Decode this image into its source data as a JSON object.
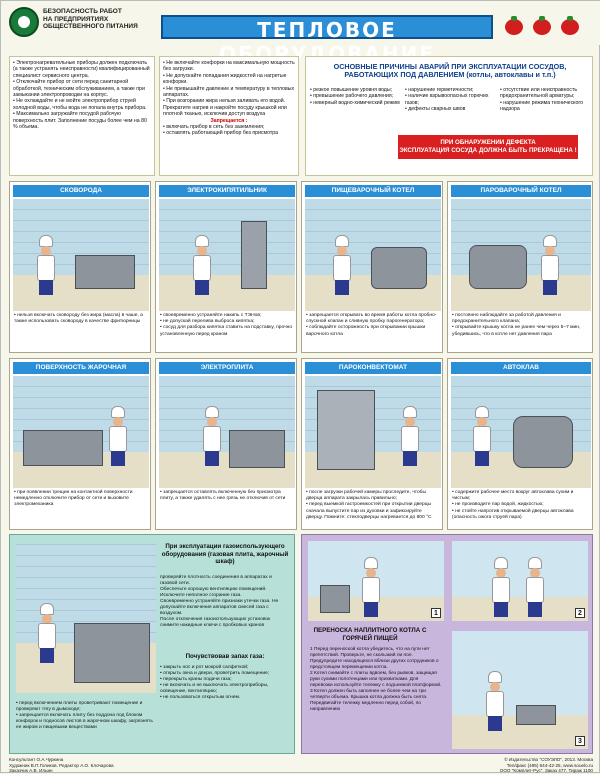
{
  "header": {
    "series": "БЕЗОПАСНОСТЬ РАБОТ\nНА ПРЕДПРИЯТИЯХ\nОБЩЕСТВЕННОГО ПИТАНИЯ",
    "title": "ТЕПЛОВОЕ ОБОРУДОВАНИЕ"
  },
  "intro": {
    "left": "• Электронагревательные приборы должен подключать (а также устранять неисправности) квалифицированный специалист сервисного центра.\n• Отключайте прибор от сети перед санитарной обработкой, техническим обслуживанием, а также при замыкании электропроводки на корпус.\n• Не охлаждайте и не мойте электроприбор струей холодной воды, чтобы вода не попала внутрь прибора.\n• Максимально загружайте посудой рабочую поверхность плит. Заполнение посуды более чем на 80 % объема.",
    "middle": "• Не включайте конфорки на максимальную мощность без загрузки.\n• Не допускайте попадания жидкостей на нагретые конфорки.\n• Не превышайте давление и температуру в тепловых аппаратах.\n• При возгорании жира нельзя заливать его водой. Прекратите нагрев и накройте посуду крышкой или плотной тканью, исключив доступ воздуха",
    "forbid_label": "Запрещается :",
    "middle2": "• включать прибор в сеть без заземления;\n• оставлять работающий прибор без присмотра"
  },
  "causes": {
    "title": "ОСНОВНЫЕ ПРИЧИНЫ АВАРИЙ ПРИ ЭКСПЛУАТАЦИИ СОСУДОВ, РАБОТАЮЩИХ ПОД ДАВЛЕНИЕМ (котлы, автоклавы и т.п.)",
    "col1": "• резкое повышение уровня воды;\n• превышение рабочего давления;\n• неверный водно-химический режим",
    "col2": "• нарушение герметичности;\n• наличие взрывоопасных горючих газов;\n• дефекты сварных швов",
    "col3": "• отсутствие или неисправность предохранительной арматуры;\n• нарушение режима технического надзора",
    "defect": "ПРИ ОБНАРУЖЕНИИ ДЕФЕКТА\nЭКСПЛУАТАЦИЯ СОСУДА ДОЛЖНА БЫТЬ ПРЕКРАЩЕНА !"
  },
  "panels": [
    {
      "title": "СКОВОРОДА",
      "text": "• нельзя включать сковороду без жира (масла) в чаше, а также использовать сковороду в качестве фритюрницы"
    },
    {
      "title": "ЭЛЕКТРОКИПЯТИЛЬНИК",
      "text": "• своевременно устраняйте накипь с ТЭНов;\n• не допускай перелива выброса кипятка;\n• сосуд для разбора кипятка ставить на подставку, прочно установленную перед краном"
    },
    {
      "title": "ПИЩЕВАРОЧНЫЙ КОТЕЛ",
      "text": "• запрещается открывать во время работы котла пробно-спускной клапан и сливную пробку парогенератора;\n• соблюдайте осторожность при открывании крышки варочного котла"
    },
    {
      "title": "ПАРОВАРОЧНЫЙ КОТЕЛ",
      "text": "• постоянно наблюдайте за работой давления и предохранительного клапана;\n• открывайте крышку котла не ранее чем через 5–7 мин, убедившись, что в котле нет давления пара"
    },
    {
      "title": "ПОВЕРХНОСТЬ ЖАРОЧНАЯ",
      "text": "• при появлении трещин на контактной поверхности немедленно отключите прибор от сети и вызовите электромеханика"
    },
    {
      "title": "ЭЛЕКТРОПЛИТА",
      "text": "• запрещается оставлять включенную без присмотра плиту, а также удалять с нее грязь не отключив от сети"
    },
    {
      "title": "ПАРОКОНВЕКТОМАТ",
      "text": "• после загрузки рабочей камеры проследите, чтобы дверца аппарата закрылась правильно;\n• перед выемкой гастроемкостей при открытии дверцы сначала выпустите пар из духовки и зафиксируйте дверцу. Помните: стеклодверцы нагревается до 800 °С"
    },
    {
      "title": "АВТОКЛАВ",
      "text": "• содержите рабочее место вокруг автоклава сухим и чистым;\n• не производите пар водой, жидкостью;\n• не стойте напротив открываемой дверцы автоклава (опасность ожога струей пара)"
    }
  ],
  "gas": {
    "title": "При эксплуатации газоиспользующего оборудования (газовая плита, жарочный шкаф)",
    "text": "проверяйте плотность соединения в аппаратах и газовой сети.\nОбеспечьте хорошую вентиляцию помещений. Исключите неполное сгорание газа.\nСвоевременно устраняйте признаки утечки газа. Не допускайте включения аппаратов смесей газа с воздухом.\nПосле отключения газоиспользующих установок снимите накидные ключи с пробковых кранов",
    "subtitle": "Почувствовав запах газа:",
    "text2": "• закрыть нос и рот мокрой салфеткой;\n• открыть окна и двери, проветрить помещение;\n• перекрыть краны подачи газа;\n• не включать и не выключать электроприборы, освещение, вентиляцию;\n• не пользоваться открытым огнем.",
    "text3": "• перед включением плиты проветривают помещение и проверяют тягу в дымоходе;\n• запрещается включать плиту без поддона под блоком конфорок и подносов листов в жарочном шкафу, загрязнять ее жиром и пищевыми веществами"
  },
  "transport": {
    "title": "ПЕРЕНОСКА НАПЛИТНОГО КОТЛА С ГОРЯЧЕЙ ПИЩЕЙ",
    "text": "1 Перед переноской котла убедитесь, что на пути нет препятствий. Проверьте, не скользкий ли пол. Предупредите находящихся вблизи других сотрудников о предстоящем перемещении котла.\n2 Котел снимайте с плиты вдвоем, без рывков, защищая руки сухими полотенцами или прихватками. Для перевозки используйте тележку с подъемной платформой.\n3 Котел должен быть заполнен не более чем на три четверти объема. Крышка котла должна быть снята. Передвигайте тележку медленно перед собой, по направлению",
    "nums": [
      "1",
      "2",
      "3"
    ]
  },
  "footer": {
    "left": "Консультант О.А.Чуркина\nХудожник В.П.Голиков. Редактор А.О. Клочарова\nЗаказчик А.В. Ильин",
    "right": "© Издательство \"СОУЭЛО\", 2013. Москва\nТел/факс (495) 644-42-25, www.souelo.ru\nООО \"Комплит-Рус\". Заказ 477. Тираж 1100"
  }
}
